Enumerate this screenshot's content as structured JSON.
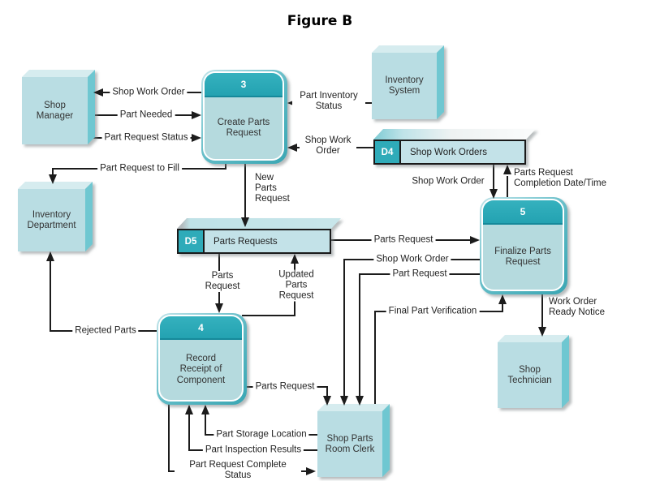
{
  "title": "Figure B",
  "entities": {
    "shop_manager": "Shop Manager",
    "inventory_system": "Inventory System",
    "inventory_department": "Inventory Department",
    "shop_technician": "Shop Technician",
    "shop_parts_room_clerk": "Shop Parts Room Clerk"
  },
  "processes": {
    "create_parts_request": {
      "number": "3",
      "label": "Create Parts Request"
    },
    "record_receipt_of_component": {
      "number": "4",
      "label": "Record Receipt of Component"
    },
    "finalize_parts_request": {
      "number": "5",
      "label": "Finalize Parts Request"
    }
  },
  "data_stores": {
    "d4": {
      "id": "D4",
      "label": "Shop Work Orders"
    },
    "d5": {
      "id": "D5",
      "label": "Parts Requests"
    }
  },
  "flows": {
    "shop_work_order_to_shop_manager": "Shop Work Order",
    "part_needed": "Part Needed",
    "part_request_status": "Part Request Status",
    "part_request_to_fill": "Part Request to Fill",
    "part_inventory_status": "Part Inventory Status",
    "shop_work_order_d4_to_create": "Shop Work Order",
    "new_parts_request": "New Parts Request",
    "shop_work_order_d4_to_finalize": "Shop Work Order",
    "parts_request_completion_date_time": "Parts Request Completion Date/Time",
    "parts_request_d5_to_finalize": "Parts Request",
    "shop_work_order_finalize_to_clerk": "Shop Work Order",
    "part_request_finalize_to_clerk": "Part Request",
    "final_part_verification": "Final Part Verification",
    "work_order_ready_notice": "Work Order Ready Notice",
    "parts_request_d5_to_record": "Parts Request",
    "updated_parts_request": "Updated Parts Request",
    "rejected_parts": "Rejected Parts",
    "parts_request_record_to_clerk": "Parts Request",
    "part_storage_location": "Part Storage Location",
    "part_inspection_results": "Part Inspection Results",
    "part_request_complete_status": "Part Request Complete Status"
  },
  "colors": {
    "process_header": "#2aa7b5",
    "process_body": "#b5dade",
    "process_depth": "#4db0bd",
    "entity_front": "#b9dde3",
    "entity_top": "#d6ecef",
    "entity_side": "#6fc7d1",
    "datastore_tab": "#2fabb9",
    "datastore_body": "#c3e2e8",
    "line": "#1c1c1c",
    "background": "#ffffff"
  }
}
